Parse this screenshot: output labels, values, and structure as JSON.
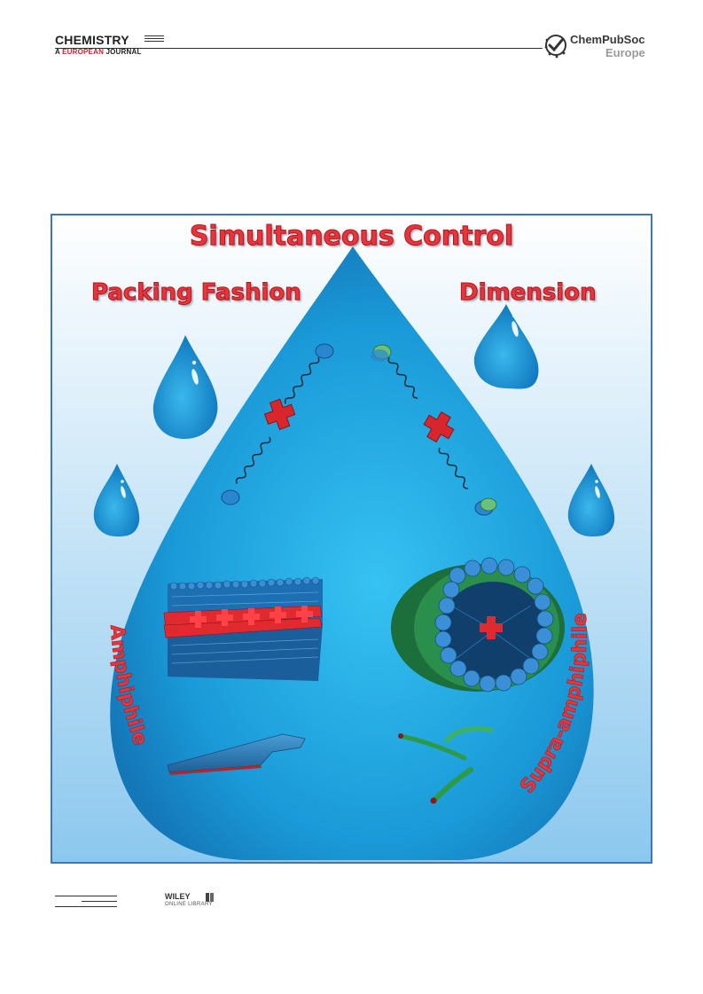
{
  "header": {
    "journal_title": "CHEMISTRY",
    "journal_subtitle_prefix": "A ",
    "journal_subtitle_accent": "EUROPEAN",
    "journal_subtitle_suffix": " JOURNAL",
    "society_name": "ChemPubSoc",
    "society_region": "Europe"
  },
  "artwork": {
    "title": "Simultaneous Control",
    "left_heading": "Packing Fashion",
    "right_heading": "Dimension",
    "left_curved_label": "Amphiphile",
    "right_curved_label": "Supra-amphiphile"
  },
  "footer": {
    "publisher_name": "WILEY",
    "publisher_sub": "ONLINE LIBRARY"
  },
  "colors": {
    "title_red": "#e8343a",
    "drop_blue": "#1e9ad8",
    "frame_blue": "#3b78b4",
    "background_top": "#ffffff",
    "background_bottom": "#8cc8ee"
  }
}
